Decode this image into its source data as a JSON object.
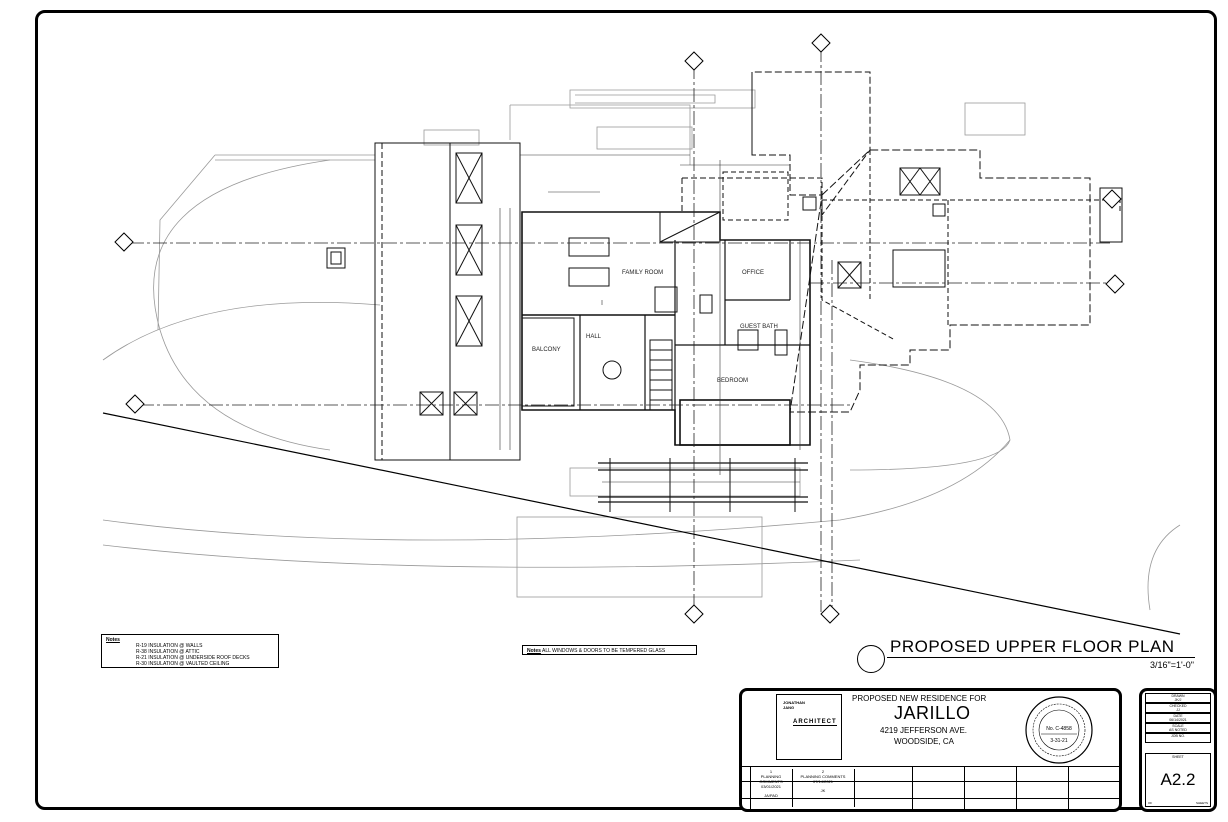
{
  "sheet": {
    "title": "PROPOSED UPPER FLOOR PLAN",
    "scale": "3/16\"=1'-0\""
  },
  "rooms": {
    "family_room": "FAMILY ROOM",
    "office": "OFFICE",
    "guest_bath": "GUEST BATH",
    "balcony": "BALCONY",
    "hall": "HALL",
    "bedroom": "BEDROOM"
  },
  "notes_left": {
    "header": "Notes",
    "lines": [
      "R-19 INSULATION @ WALLS",
      "R-38 INSULATION @ ATTIC",
      "R-21 INSULATION @ UNDERSIDE ROOF DECKS",
      "R-30 INSULATION @ VAULTED CEILING"
    ]
  },
  "notes_center": {
    "header": "Notes",
    "text": "ALL WINDOWS & DOORS TO BE TEMPERED GLASS"
  },
  "title_block": {
    "architect_name_1": "JONATHAN",
    "architect_name_2": "JANG",
    "architect_label": "ARCHITECT",
    "project_subtitle": "PROPOSED NEW RESIDENCE FOR",
    "project_name": "JARILLO",
    "address_line_1": "4219 JEFFERSON AVE.",
    "address_line_2": "WOODSIDE, CA",
    "seal_no": "No. C-4858",
    "seal_date": "3-31-21",
    "revisions": [
      {
        "mark": "1",
        "text": "PLANNING COMMENTS 03/01/2021",
        "by": "JA/PAD"
      },
      {
        "mark": "2",
        "text": "PLANNING COMMENTS 07/14/2021",
        "by": "JK"
      }
    ]
  },
  "sheet_block": {
    "drawn_label": "DRAWN",
    "drawn_value": "JK/J",
    "checked_label": "CHECKED",
    "checked_value": "JJ",
    "date_label": "DATE",
    "date_value": "06/14/2021",
    "scale_label": "SCALE",
    "scale_value": "AS NOTED",
    "job_label": "JOB NO.",
    "sheet_label": "SHEET",
    "sheet_number": "A2.2",
    "of_label": "OF",
    "sheets_label": "SHEETS"
  }
}
